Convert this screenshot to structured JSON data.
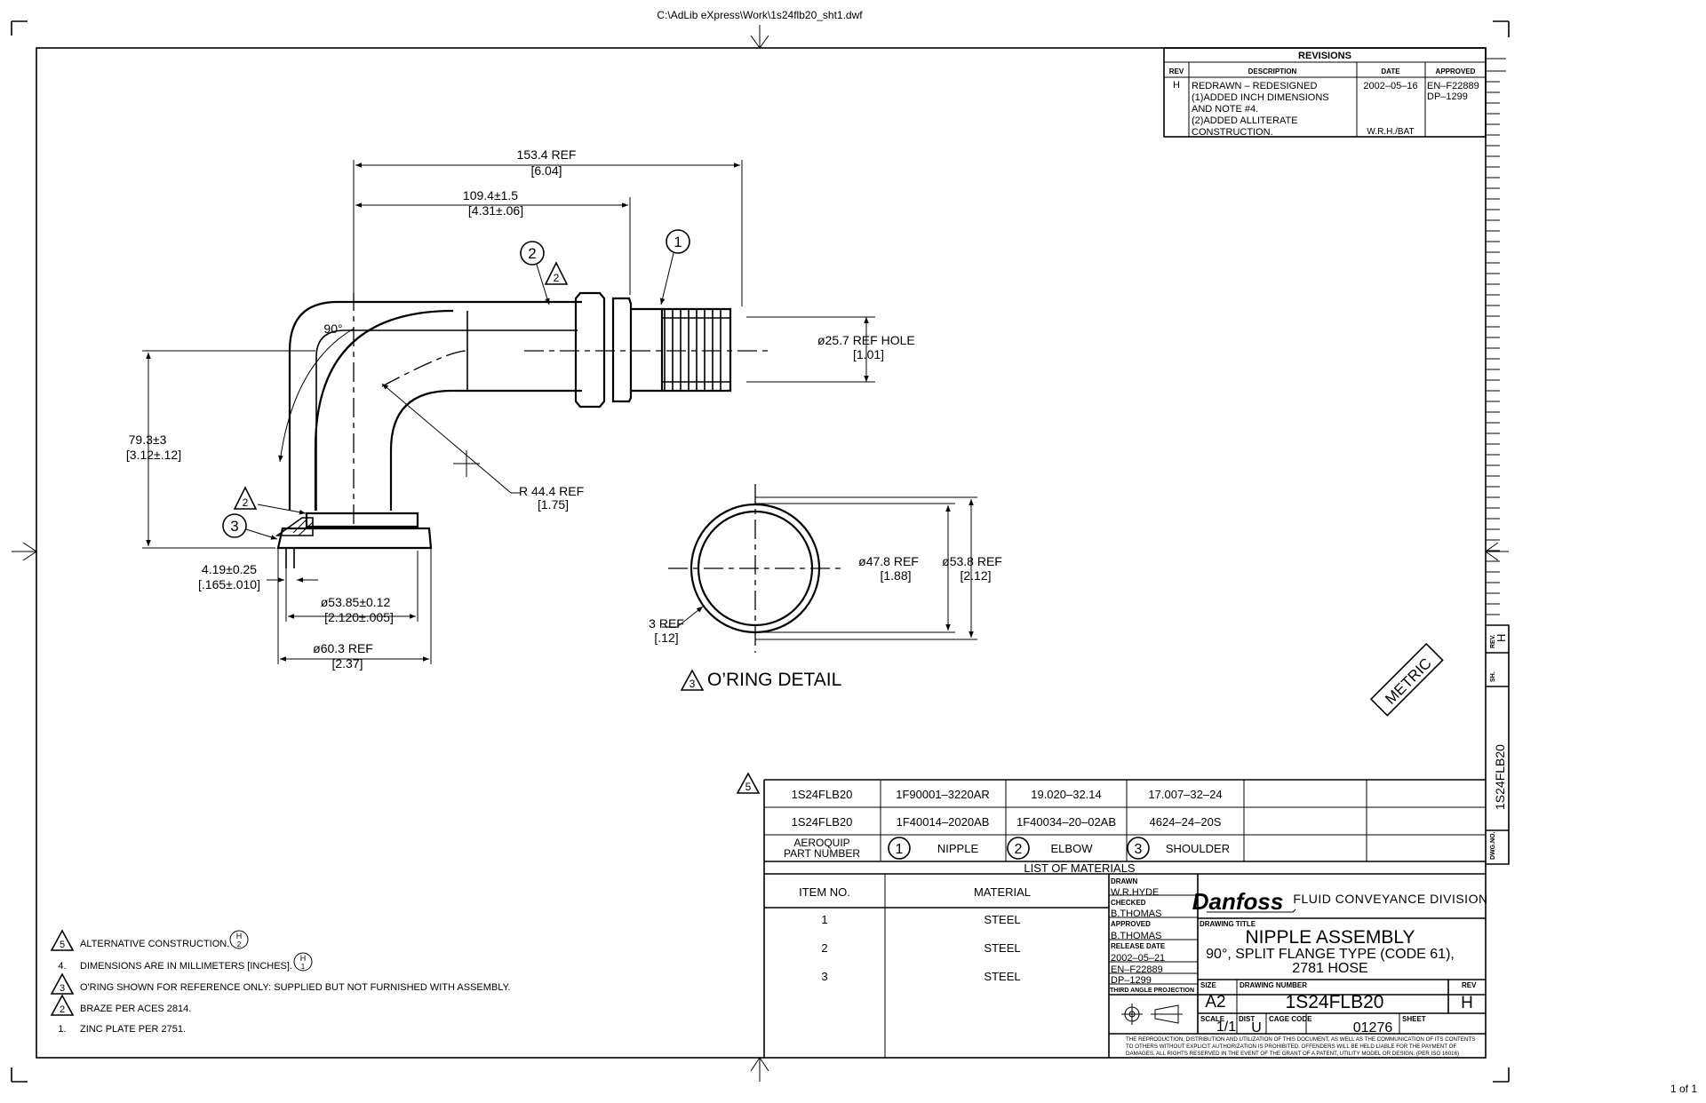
{
  "file_path": "C:\\AdLib eXpress\\Work\\1s24flb20_sht1.dwf",
  "page_indicator": "1 of 1",
  "revisions": {
    "title": "REVISIONS",
    "headers": [
      "REV",
      "DESCRIPTION",
      "DATE",
      "APPROVED"
    ],
    "rev": "H",
    "description_lines": [
      "REDRAWN – REDESIGNED",
      "(1)ADDED INCH DIMENSIONS",
      "AND NOTE #4.",
      "(2)ADDED ALLITERATE",
      "CONSTRUCTION."
    ],
    "date": "2002–05–16",
    "date_initials": "W.R.H./BAT",
    "approved_lines": [
      "EN–F22889",
      "DP–1299"
    ]
  },
  "dimensions": {
    "overall_length": "153.4 REF",
    "overall_length_in": "[6.04]",
    "length": "109.4±1.5",
    "length_in": "[4.31±.06]",
    "angle": "90°",
    "hole": "ø25.7 REF HOLE",
    "hole_in": "[1.01]",
    "height": "79.3±3",
    "height_in": "[3.12±.12]",
    "radius": "R 44.4 REF",
    "radius_in": "[1.75]",
    "groove": "4.19±0.25",
    "groove_in": "[.165±.010]",
    "od_groove": "ø53.85±0.12",
    "od_groove_in": "[2.120±.005]",
    "flange_dia": "ø60.3 REF",
    "flange_dia_in": "[2.37]",
    "oring_id": "ø47.8 REF",
    "oring_id_in": "[1.88]",
    "oring_od": "ø53.8 REF",
    "oring_od_in": "[2.12]",
    "oring_section": "3 REF",
    "oring_section_in": "[.12]"
  },
  "balloons": {
    "nipple": "1",
    "elbow": "2",
    "shoulder": "3"
  },
  "flags": {
    "two": "2",
    "three": "3",
    "five": "5"
  },
  "oring_detail_label": "O’RING DETAIL",
  "metric_stamp": "METRIC",
  "parts_table": {
    "rows": [
      [
        "1S24FLB20",
        "1F90001–3220AR",
        "19.020–32.14",
        "17.007–32–24"
      ],
      [
        "1S24FLB20",
        "1F40014–2020AB",
        "1F40034–20–02AB",
        "4624–24–20S"
      ]
    ],
    "header_col1": [
      "AEROQUIP",
      "PART NUMBER"
    ],
    "col_nipple": "NIPPLE",
    "col_elbow": "ELBOW",
    "col_shoulder": "SHOULDER"
  },
  "materials": {
    "title": "LIST OF MATERIALS",
    "headers": [
      "ITEM NO.",
      "MATERIAL"
    ],
    "rows": [
      [
        "1",
        "STEEL"
      ],
      [
        "2",
        "STEEL"
      ],
      [
        "3",
        "STEEL"
      ]
    ]
  },
  "title_block": {
    "drawn_label": "DRAWN",
    "drawn": "W.R.HYDE",
    "checked_label": "CHECKED",
    "checked": "B.THOMAS",
    "approved_label": "APPROVED",
    "approved": "B.THOMAS",
    "release_label": "RELEASE DATE",
    "release_date": "2002–05–21",
    "en": "EN–F22889",
    "dp": "DP–1299",
    "projection_label": "THIRD ANGLE PROJECTION",
    "company_logo": "Danfoss",
    "division": "FLUID CONVEYANCE DIVISION",
    "drawing_title_label": "DRAWING TITLE",
    "title_line1": "NIPPLE ASSEMBLY",
    "title_line2": "90°, SPLIT FLANGE TYPE (CODE 61),",
    "title_line3": "2781 HOSE",
    "size_label": "SIZE",
    "size": "A2",
    "drawing_number_label": "DRAWING NUMBER",
    "drawing_number": "1S24FLB20",
    "rev_label": "REV",
    "rev": "H",
    "scale_label": "SCALE",
    "scale": "1/1",
    "dist_label": "DIST",
    "dist": "U",
    "cage_label": "CAGE CODE",
    "cage": "01276",
    "sheet_label": "SHEET",
    "disclaimer": [
      "THE REPRODUCTION, DISTRIBUTION AND UTILIZATION OF THIS DOCUMENT, AS WELL AS THE COMMUNICATION OF ITS CONTENTS",
      "TO OTHERS WITHOUT EXPLICIT AUTHORIZATION IS PROHIBITED. OFFENDERS WILL BE HELD LIABLE FOR THE PAYMENT OF",
      "DAMAGES. ALL RIGHTS RESERVED IN THE EVENT OF THE GRANT OF A PATENT, UTILITY MODEL OR DESIGN. (PER ISO 16016)"
    ]
  },
  "side_block": {
    "rev_label": "REV.",
    "rev": "H",
    "sheet_label": "SH.",
    "dwg_label": "DWG.NO.",
    "dwg_number": "1S24FLB20"
  },
  "notes": [
    {
      "num": "5",
      "flag": true,
      "text": "ALTERNATIVE CONSTRUCTION.",
      "rev_tag": [
        "H",
        "2"
      ]
    },
    {
      "num": "4.",
      "flag": false,
      "text": "DIMENSIONS ARE IN MILLIMETERS [INCHES].",
      "rev_tag": [
        "H",
        "1"
      ]
    },
    {
      "num": "3",
      "flag": true,
      "text": "O'RING SHOWN FOR REFERENCE ONLY: SUPPLIED BUT NOT FURNISHED WITH ASSEMBLY.",
      "rev_tag": null
    },
    {
      "num": "2",
      "flag": true,
      "text": "BRAZE PER ACES 2814.",
      "rev_tag": null
    },
    {
      "num": "1.",
      "flag": false,
      "text": "ZINC PLATE PER 2751.",
      "rev_tag": null
    }
  ]
}
